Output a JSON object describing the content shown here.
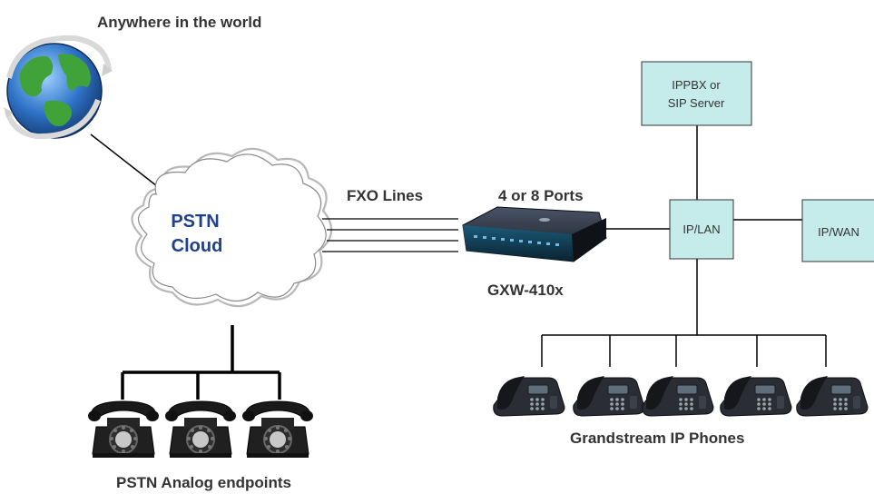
{
  "labels": {
    "world": "Anywhere in the world",
    "fxo": "FXO Lines",
    "ports": "4 or 8 Ports",
    "gateway": "GXW-410x",
    "ip_phones": "Grandstream IP Phones",
    "analog": "PSTN Analog endpoints"
  },
  "cloud": {
    "line1": "PSTN",
    "line2": "Cloud"
  },
  "boxes": {
    "ippbx_line1": "IPPBX or",
    "ippbx_line2": "SIP Server",
    "iplan": "IP/LAN",
    "ipwan": "IP/WAN"
  },
  "colors": {
    "box_fill": "#c5ecea",
    "cloud_text": "#1f3f8f",
    "line": "#000000"
  },
  "icons": {
    "globe": "globe-icon",
    "gateway": "gateway-device-icon",
    "ip_phone": "ip-phone-icon",
    "rotary_phone": "rotary-phone-icon"
  }
}
